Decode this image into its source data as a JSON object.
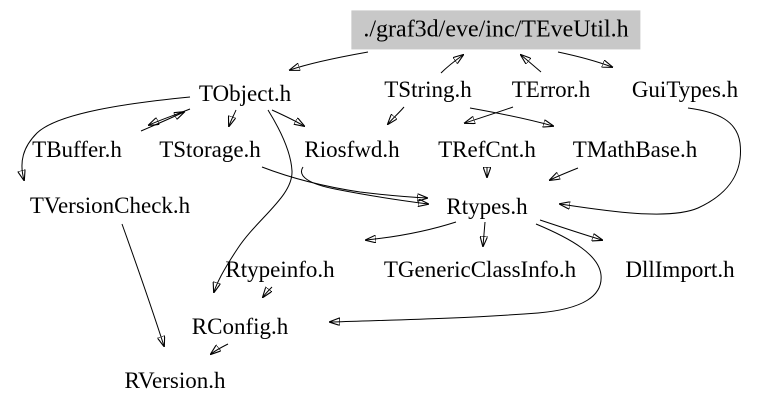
{
  "diagram": {
    "type": "include-dependency-graph",
    "root_highlight_color": "#c8c8c8",
    "edge_color": "#000000",
    "nodes": [
      {
        "id": "TEveUtil",
        "label": "./graf3d/eve/inc/TEveUtil.h"
      },
      {
        "id": "TObject",
        "label": "TObject.h"
      },
      {
        "id": "TString",
        "label": "TString.h"
      },
      {
        "id": "TError",
        "label": "TError.h"
      },
      {
        "id": "GuiTypes",
        "label": "GuiTypes.h"
      },
      {
        "id": "TBuffer",
        "label": "TBuffer.h"
      },
      {
        "id": "TStorage",
        "label": "TStorage.h"
      },
      {
        "id": "Riosfwd",
        "label": "Riosfwd.h"
      },
      {
        "id": "TRefCnt",
        "label": "TRefCnt.h"
      },
      {
        "id": "TMathBase",
        "label": "TMathBase.h"
      },
      {
        "id": "TVersionCheck",
        "label": "TVersionCheck.h"
      },
      {
        "id": "Rtypes",
        "label": "Rtypes.h"
      },
      {
        "id": "Rtypeinfo",
        "label": "Rtypeinfo.h"
      },
      {
        "id": "TGenericClassInfo",
        "label": "TGenericClassInfo.h"
      },
      {
        "id": "DllImport",
        "label": "DllImport.h"
      },
      {
        "id": "RConfig",
        "label": "RConfig.h"
      },
      {
        "id": "RVersion",
        "label": "RVersion.h"
      }
    ],
    "edges": [
      {
        "from": "TEveUtil",
        "to": "TObject"
      },
      {
        "from": "TString",
        "to": "TEveUtil"
      },
      {
        "from": "TError",
        "to": "TEveUtil"
      },
      {
        "from": "TEveUtil",
        "to": "GuiTypes"
      },
      {
        "from": "TObject",
        "to": "TBuffer"
      },
      {
        "from": "TBuffer",
        "to": "TObject"
      },
      {
        "from": "TObject",
        "to": "TStorage"
      },
      {
        "from": "TObject",
        "to": "Riosfwd"
      },
      {
        "from": "TString",
        "to": "Riosfwd"
      },
      {
        "from": "TError",
        "to": "TRefCnt"
      },
      {
        "from": "TString",
        "to": "TMathBase"
      },
      {
        "from": "TStorage",
        "to": "Rtypes"
      },
      {
        "from": "Riosfwd",
        "to": "Rtypes"
      },
      {
        "from": "TObject",
        "to": "RConfig"
      },
      {
        "from": "TRefCnt",
        "to": "Rtypes"
      },
      {
        "from": "TMathBase",
        "to": "Rtypes"
      },
      {
        "from": "GuiTypes",
        "to": "Rtypes"
      },
      {
        "from": "Rtypes",
        "to": "DllImport"
      },
      {
        "from": "Rtypes",
        "to": "RConfig"
      },
      {
        "from": "Rtypes",
        "to": "Rtypeinfo"
      },
      {
        "from": "Rtypes",
        "to": "TGenericClassInfo"
      },
      {
        "from": "TObject",
        "to": "TVersionCheck"
      },
      {
        "from": "TVersionCheck",
        "to": "RVersion"
      },
      {
        "from": "RConfig",
        "to": "RVersion"
      },
      {
        "from": "Rtypeinfo",
        "to": "RConfig"
      }
    ]
  }
}
